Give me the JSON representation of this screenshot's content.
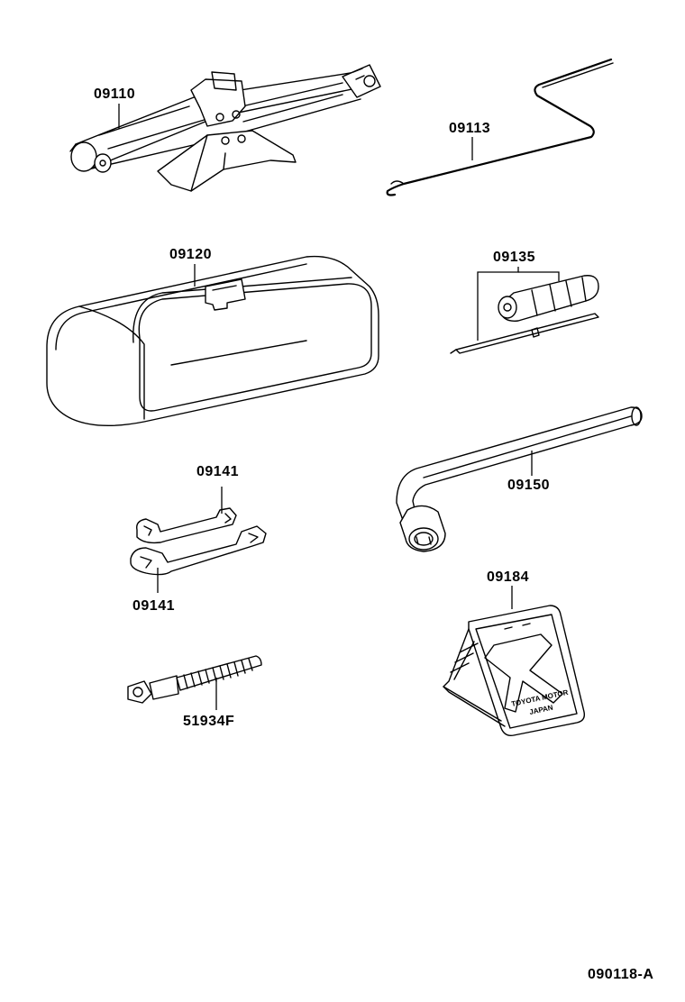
{
  "parts": [
    {
      "id": "jack",
      "number": "09110"
    },
    {
      "id": "jack-handle",
      "number": "09113"
    },
    {
      "id": "tool-bag",
      "number": "09120"
    },
    {
      "id": "screwdriver",
      "number": "09135"
    },
    {
      "id": "wrench-upper",
      "number": "09141"
    },
    {
      "id": "wrench-lower",
      "number": "09141"
    },
    {
      "id": "wheel-nut-wrench",
      "number": "09150"
    },
    {
      "id": "wheel-chock",
      "number": "09184"
    },
    {
      "id": "bolt",
      "number": "51934F"
    }
  ],
  "chock_stamp": [
    "TOYOTA MOTOR",
    "JAPAN"
  ],
  "reference_code": "090118-A"
}
